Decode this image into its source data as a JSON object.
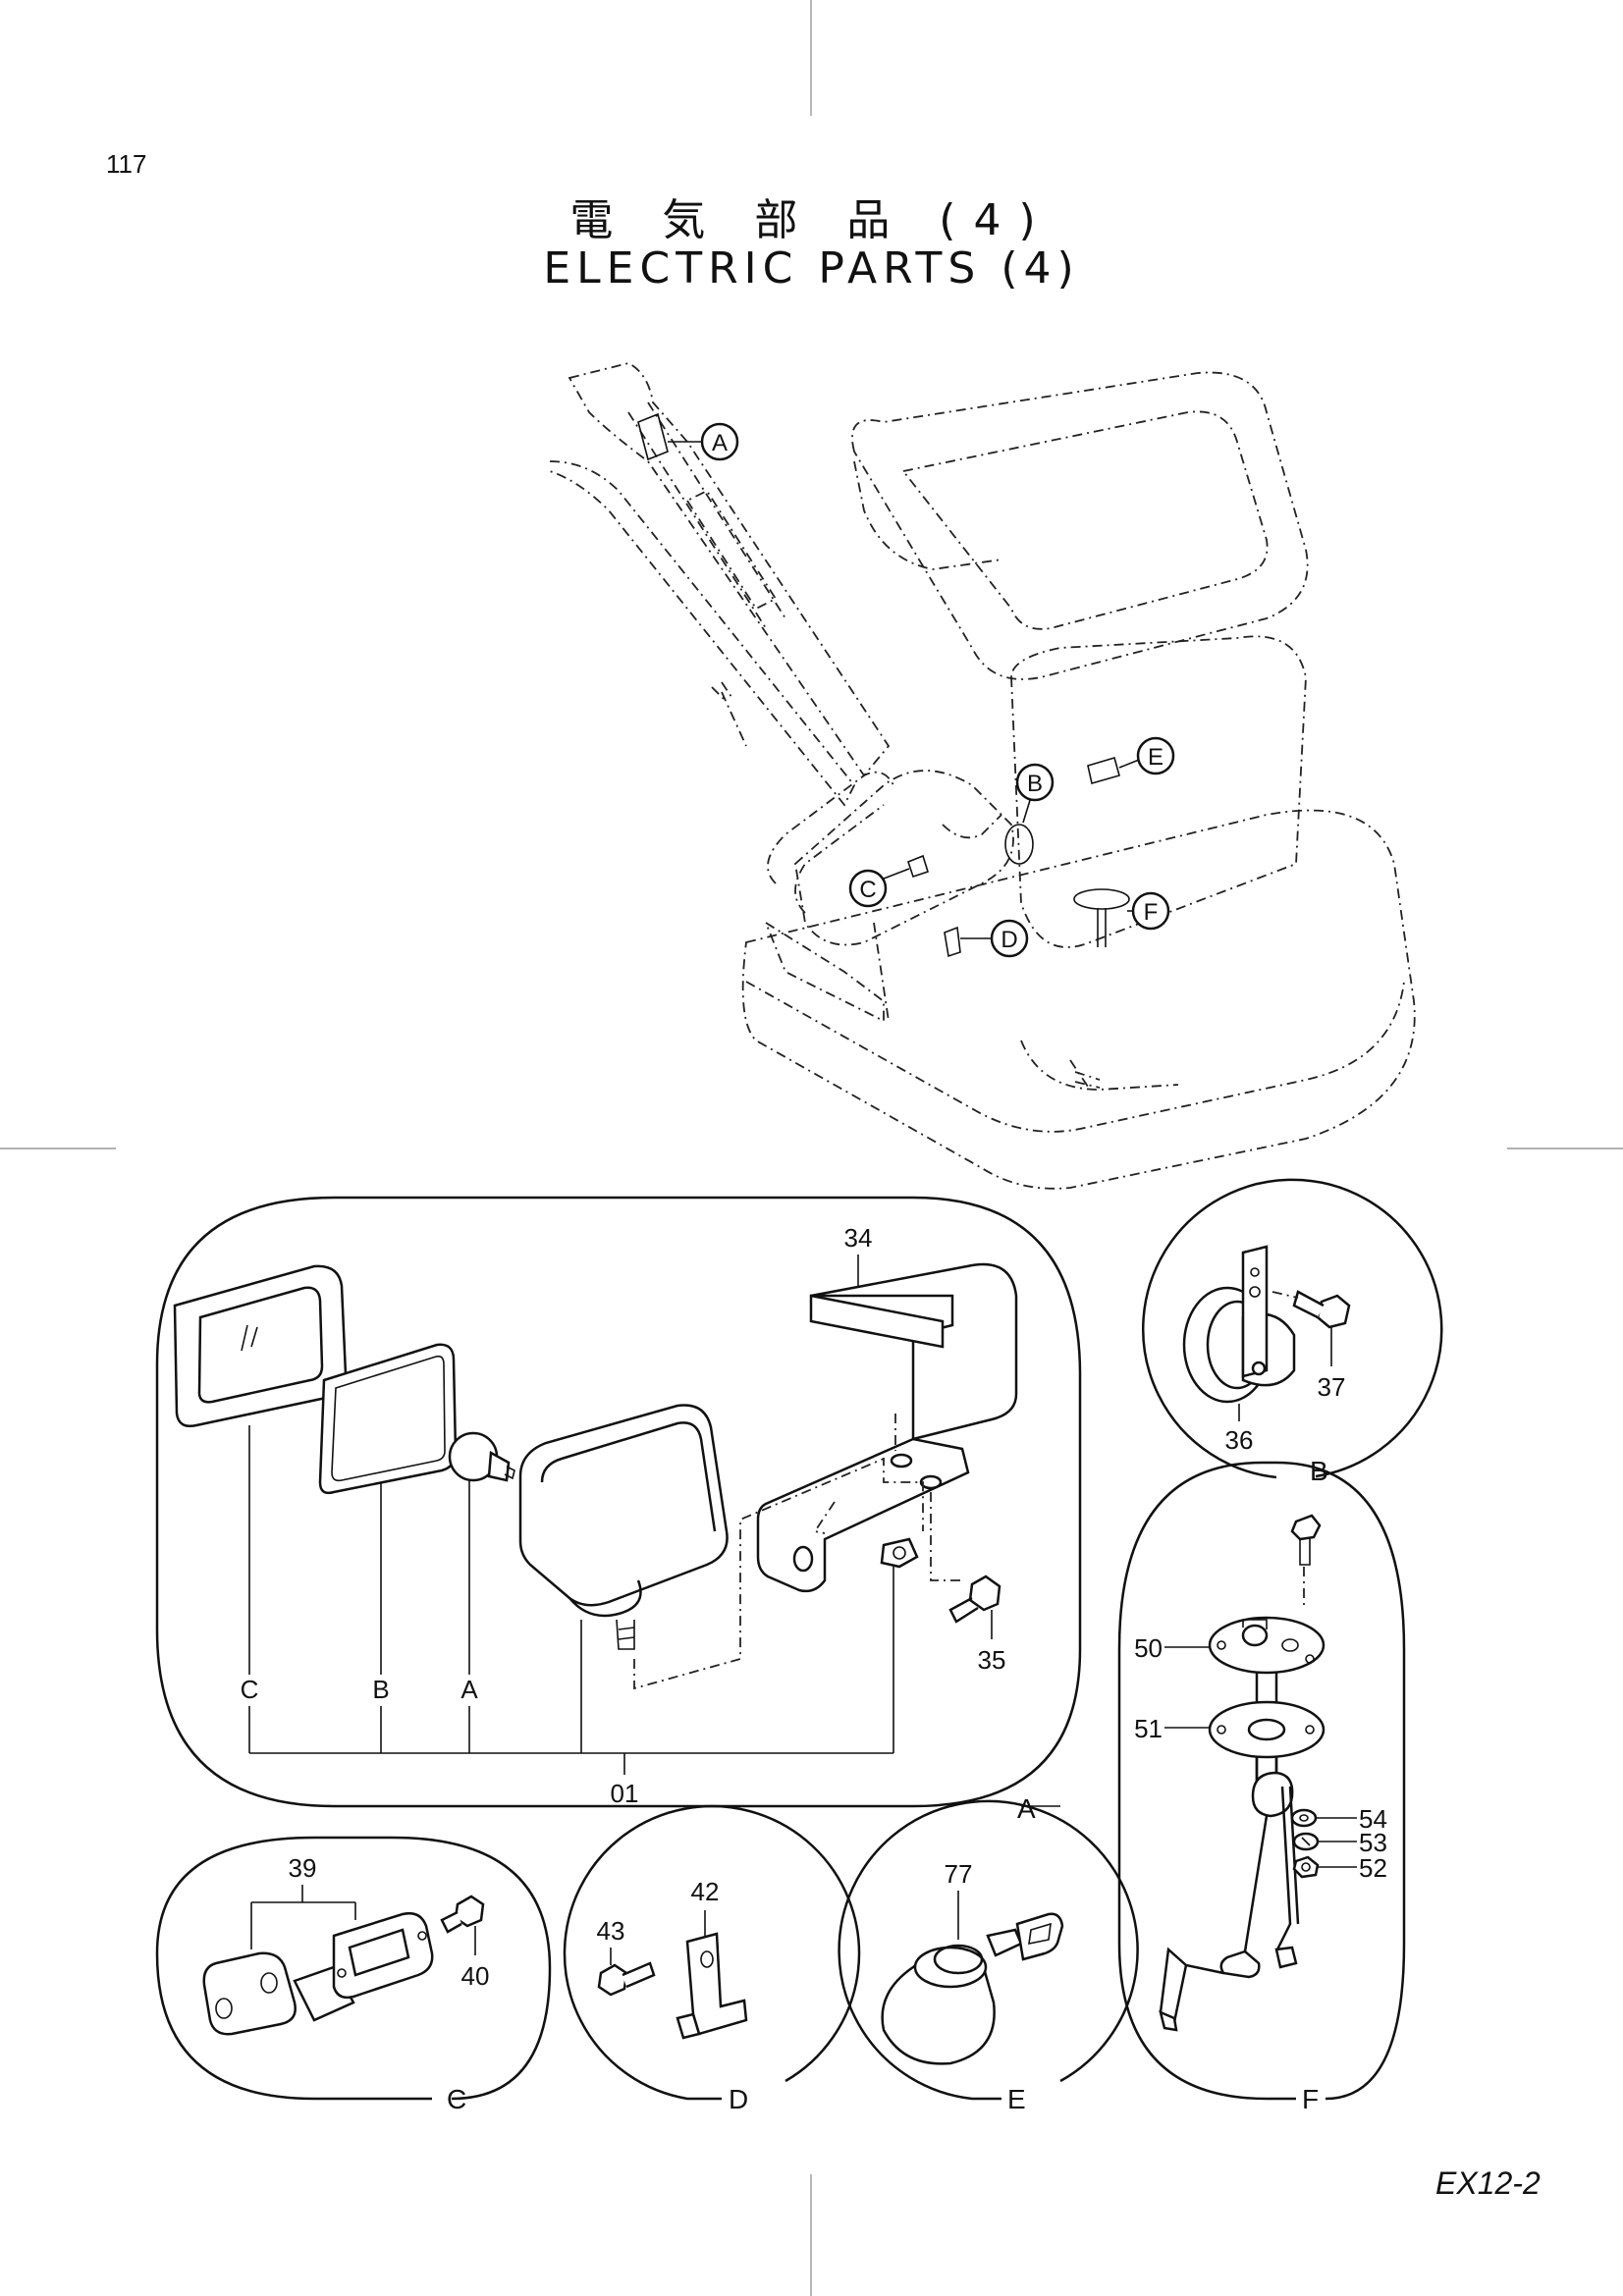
{
  "page": {
    "number": "117",
    "code": "EX12-2"
  },
  "title": {
    "japanese": "電 気 部 品 (4)",
    "english": "ELECTRIC PARTS (4)"
  },
  "overview": {
    "callouts": [
      "A",
      "B",
      "C",
      "D",
      "E",
      "F"
    ]
  },
  "detail_A": {
    "label": "A",
    "assembly_number": "01",
    "branch_labels": [
      "C",
      "B",
      "A"
    ],
    "parts": [
      "34",
      "35"
    ]
  },
  "detail_B": {
    "label": "B",
    "parts": [
      "36",
      "37"
    ]
  },
  "detail_C": {
    "label": "C",
    "parts": [
      "39",
      "40"
    ]
  },
  "detail_D": {
    "label": "D",
    "parts": [
      "42",
      "43"
    ]
  },
  "detail_E": {
    "label": "E",
    "parts": [
      "77"
    ]
  },
  "detail_F": {
    "label": "F",
    "parts": [
      "50",
      "51",
      "54",
      "53",
      "52"
    ]
  }
}
